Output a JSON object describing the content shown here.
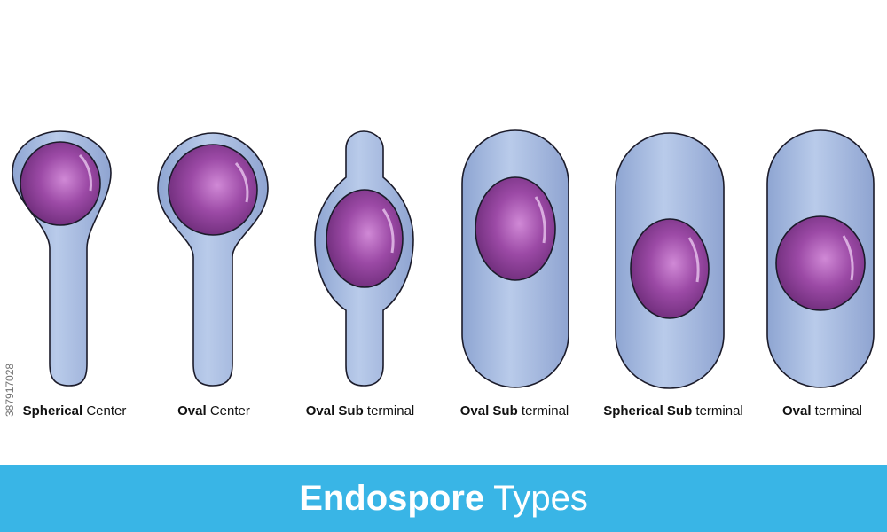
{
  "cells": [
    {
      "name": "cell-spherical-center",
      "bold": "Spherical",
      "rest": " Center"
    },
    {
      "name": "cell-oval-center",
      "bold": "Oval",
      "rest": " Center"
    },
    {
      "name": "cell-oval-sub-terminal-1",
      "bold": "Oval Sub",
      "rest": " terminal"
    },
    {
      "name": "cell-oval-sub-terminal-2",
      "bold": "Oval Sub",
      "rest": " terminal"
    },
    {
      "name": "cell-spherical-sub-terminal",
      "bold": "Spherical Sub",
      "rest": " terminal"
    },
    {
      "name": "cell-oval-terminal",
      "bold": "Oval",
      "rest": " terminal"
    }
  ],
  "banner": {
    "bold": "Endospore",
    "rest": "Types"
  },
  "stock_id": "387917028",
  "colors": {
    "cell_fill": "#a9bde0",
    "cell_stroke": "#1b1b2a",
    "spore_fill": "#8b3f96",
    "banner": "#39b5e6"
  }
}
